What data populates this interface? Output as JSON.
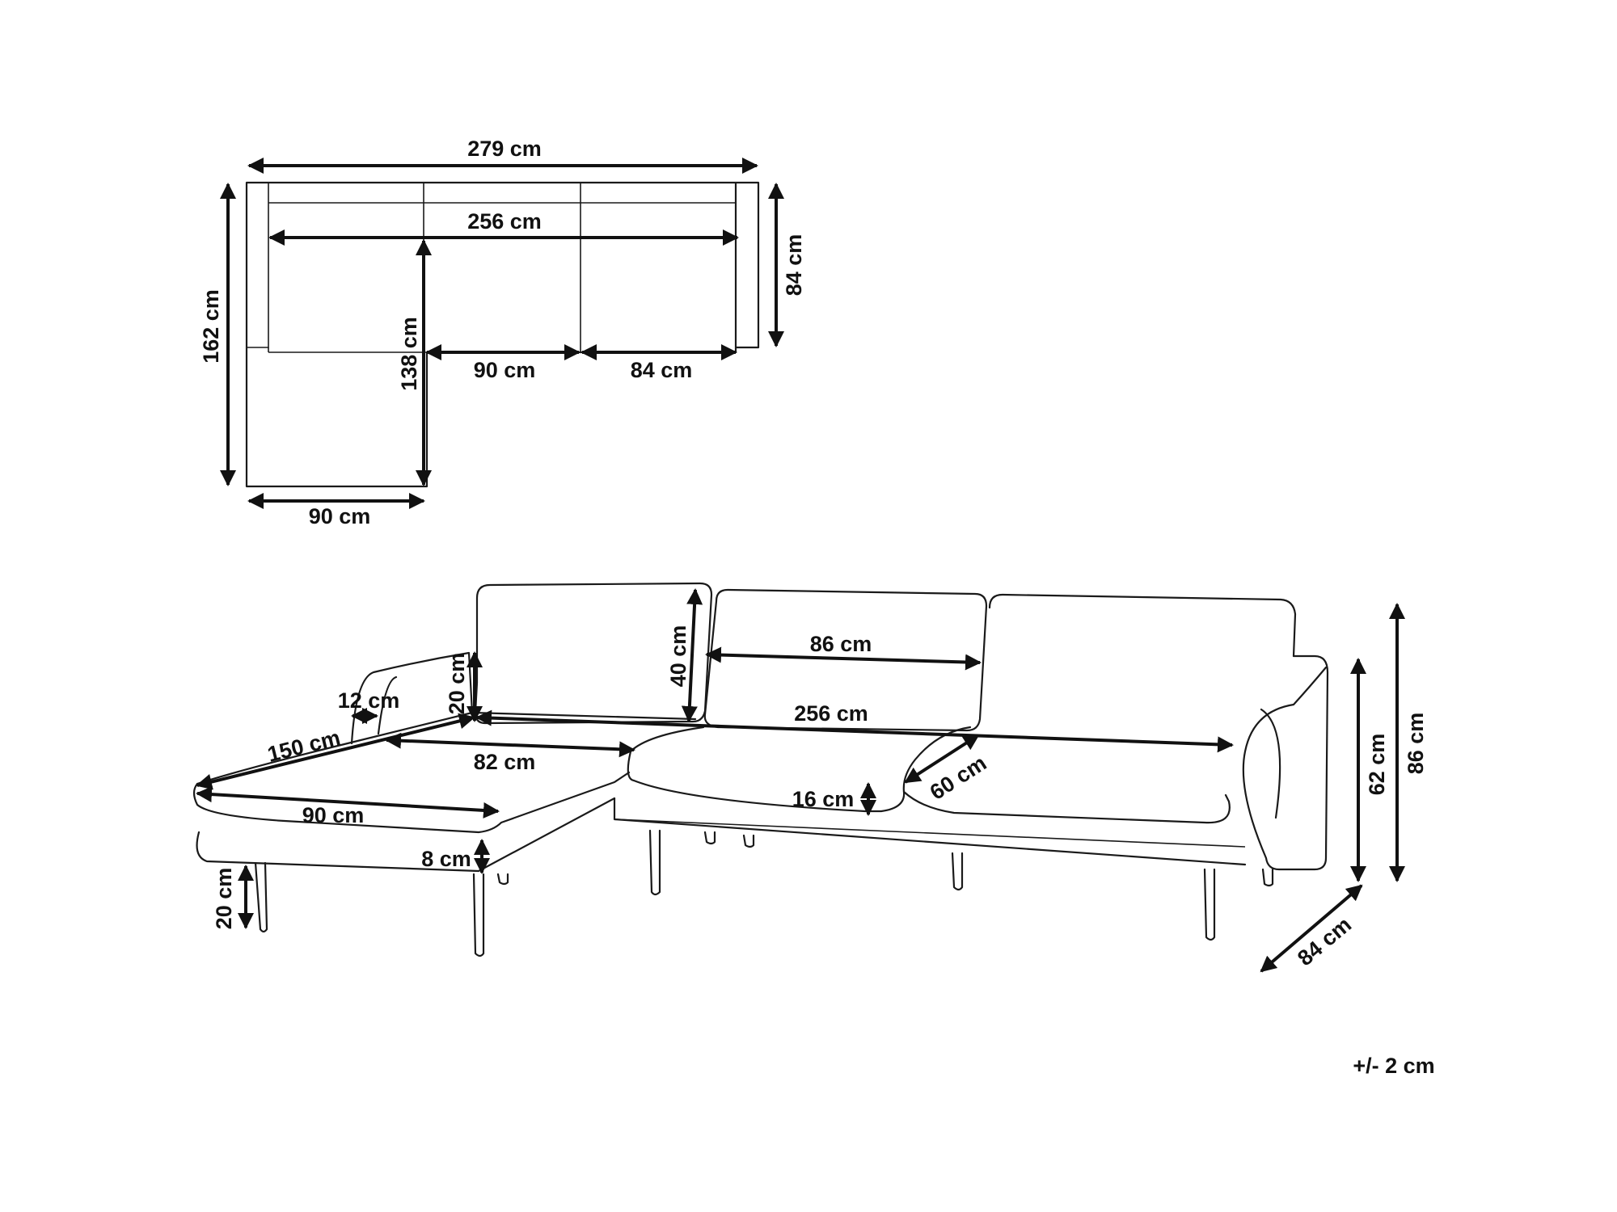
{
  "top_view": {
    "overall_width": "279 cm",
    "inner_width": "256 cm",
    "depth": "84 cm",
    "total_depth": "162 cm",
    "chaise_length": "138 cm",
    "middle_seat": "90 cm",
    "right_seat": "84 cm",
    "chaise_width": "90 cm"
  },
  "front_view": {
    "backrest_height": "40 cm",
    "seat_width": "86 cm",
    "armrest_height": "20 cm",
    "armrest_width": "12 cm",
    "seat_total_width": "256 cm",
    "chaise_length": "150 cm",
    "chaise_inner": "82 cm",
    "seat_depth": "60 cm",
    "cushion_height": "16 cm",
    "chaise_width": "90 cm",
    "frame_height": "8 cm",
    "leg_height": "20 cm",
    "seat_height": "62 cm",
    "total_height": "86 cm",
    "depth": "84 cm"
  },
  "tolerance": "+/- 2 cm"
}
